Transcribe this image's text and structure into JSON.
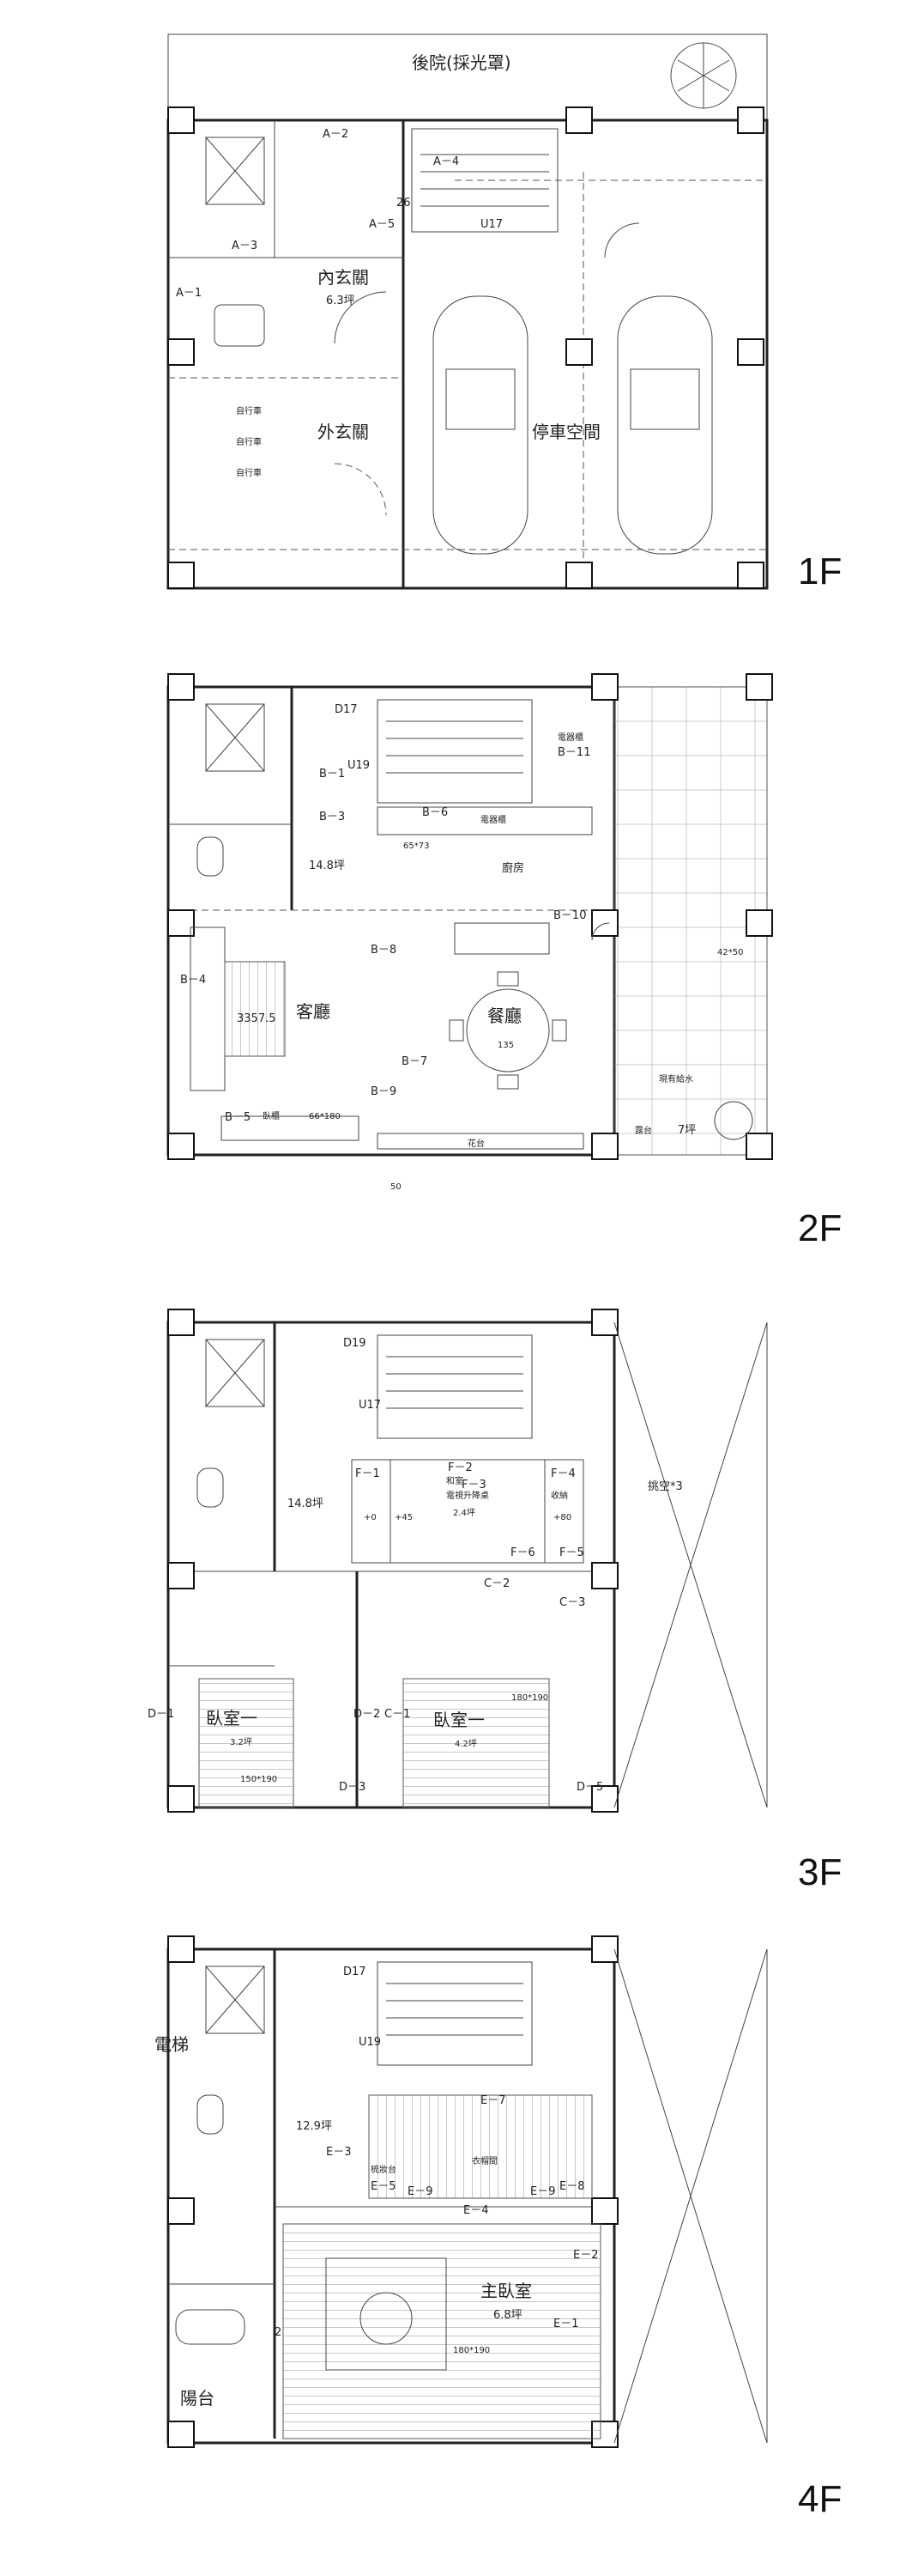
{
  "floors": {
    "f1": {
      "tag": "1F",
      "courtyard": "後院(採光罩)",
      "inner_foyer": "內玄關",
      "inner_foyer_area": "6.3坪",
      "outer_foyer": "外玄關",
      "parking": "停車空間",
      "bike1": "自行車",
      "bike2": "自行車",
      "bike3": "自行車",
      "a1": "A－1",
      "a2": "A－2",
      "a3": "A－3",
      "a4": "A－4",
      "a5": "A－5",
      "u17": "U17",
      "d26": "26"
    },
    "f2": {
      "tag": "2F",
      "d17": "D17",
      "u19": "U19",
      "b1": "B－1",
      "b3": "B－3",
      "b4": "B－4",
      "b5": "B－5",
      "b6": "B－6",
      "b7": "B－7",
      "b8": "B－8",
      "b9": "B－9",
      "b10": "B－10",
      "b11": "B－11",
      "area": "14.8坪",
      "kitchen": "廚房",
      "living": "客廳",
      "dining": "餐廳",
      "table_dim": "135",
      "sofa_dim": "3357.5",
      "cabinet": "臥櫃",
      "cabinet_dim": "66*180",
      "planter": "花台",
      "balcony": "露台",
      "balcony_area": "7坪",
      "existing_water": "現有給水",
      "dim_50": "50",
      "dim_6573": "65*73",
      "island": "電器櫃",
      "dim_4250": "42*50",
      "appliance": "電器櫃"
    },
    "f3": {
      "tag": "3F",
      "d19": "D19",
      "u17": "U17",
      "area": "14.8坪",
      "f1": "F－1",
      "f2": "F－2",
      "f3": "F－3",
      "f4": "F－4",
      "f5": "F－5",
      "f6": "F－6",
      "plus0": "+0",
      "plus45": "+45",
      "plus80": "+80",
      "tatami_area": "2.4坪",
      "tatami_note": "和室",
      "tatami_sub": "電視升降桌",
      "storage": "收納",
      "c2": "C－2",
      "c3": "C－3",
      "d1": "D－1",
      "d2": "D－2",
      "d3": "D－3",
      "c1": "C－1",
      "d5": "D－5",
      "bed_a": "臥室一",
      "bed_a_area": "3.2坪",
      "bed_b": "臥室一",
      "bed_b_area": "4.2坪",
      "bed_dim_a": "150*190",
      "bed_dim_b": "180*190",
      "skylight": "挑空*3"
    },
    "f4": {
      "tag": "4F",
      "elevator": "電梯",
      "d17": "D17",
      "u19": "U19",
      "area": "12.9坪",
      "e3": "E－3",
      "e4": "E－4",
      "e5": "E－5",
      "e7": "E－7",
      "e8": "E－8",
      "e9a": "E－9",
      "e9b": "E－9",
      "e1": "E－1",
      "e2": "E－2",
      "vanity": "梳妝台",
      "closet": "衣帽間",
      "master": "主臥室",
      "master_area": "6.8坪",
      "bed_dim": "180*190",
      "balcony": "陽台",
      "mark2": "2"
    }
  }
}
